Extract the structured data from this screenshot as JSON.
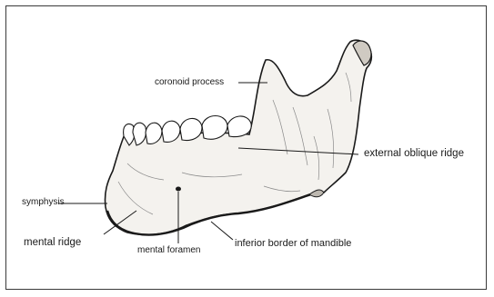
{
  "labels": {
    "coronoid_process": "coronoid process",
    "external_oblique_ridge": "external oblique ridge",
    "symphysis": "symphysis",
    "mental_ridge": "mental ridge",
    "mental_foramen": "mental foramen",
    "inferior_border": "inferior border of mandible"
  },
  "colors": {
    "line": "#1a1a1a",
    "bone_fill": "#f4f2ee",
    "shade": "#8a8a8a"
  }
}
